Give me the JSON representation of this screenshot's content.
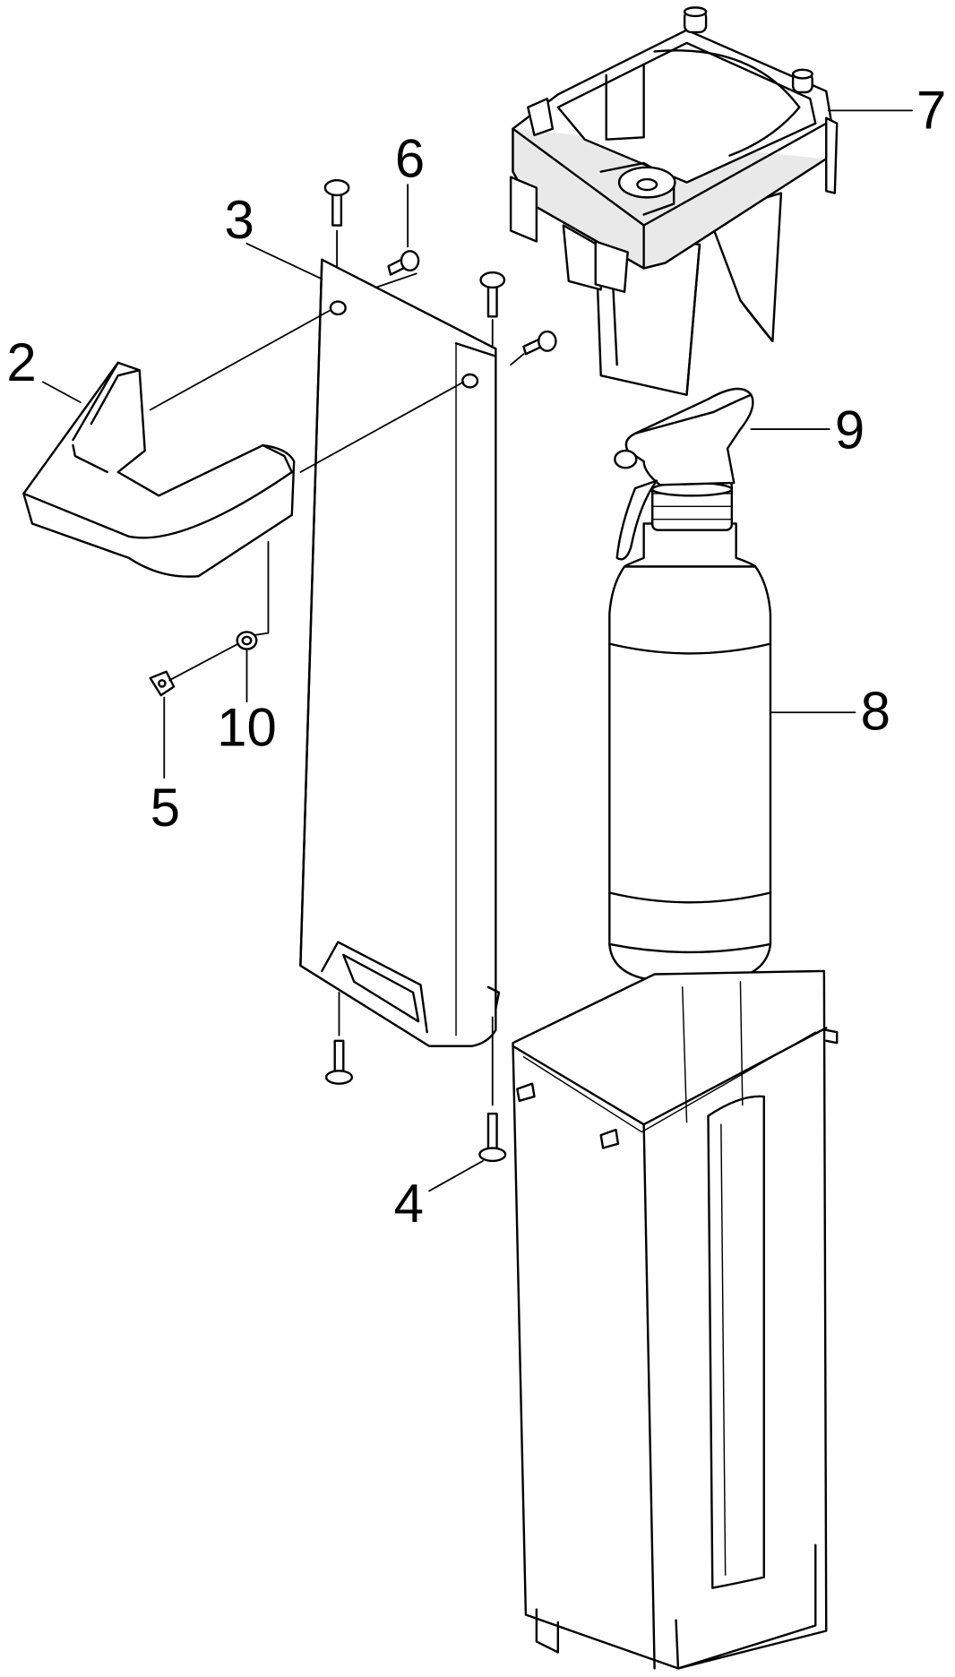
{
  "figure": {
    "kind": "exploded parts diagram",
    "line_color": "#000000",
    "fill_color": "#ffffff",
    "shade_color": "#e6e6e6",
    "callouts": [
      {
        "id": "2",
        "label": "2",
        "part": "handle-grip"
      },
      {
        "id": "3",
        "label": "3",
        "part": "cover-panel"
      },
      {
        "id": "4",
        "label": "4",
        "part": "screw-long"
      },
      {
        "id": "5",
        "label": "5",
        "part": "nut"
      },
      {
        "id": "6",
        "label": "6",
        "part": "screw-short"
      },
      {
        "id": "7",
        "label": "7",
        "part": "bottle-holder"
      },
      {
        "id": "8",
        "label": "8",
        "part": "spray-bottle"
      },
      {
        "id": "9",
        "label": "9",
        "part": "spray-trigger-head"
      },
      {
        "id": "10",
        "label": "10",
        "part": "washer"
      }
    ]
  }
}
